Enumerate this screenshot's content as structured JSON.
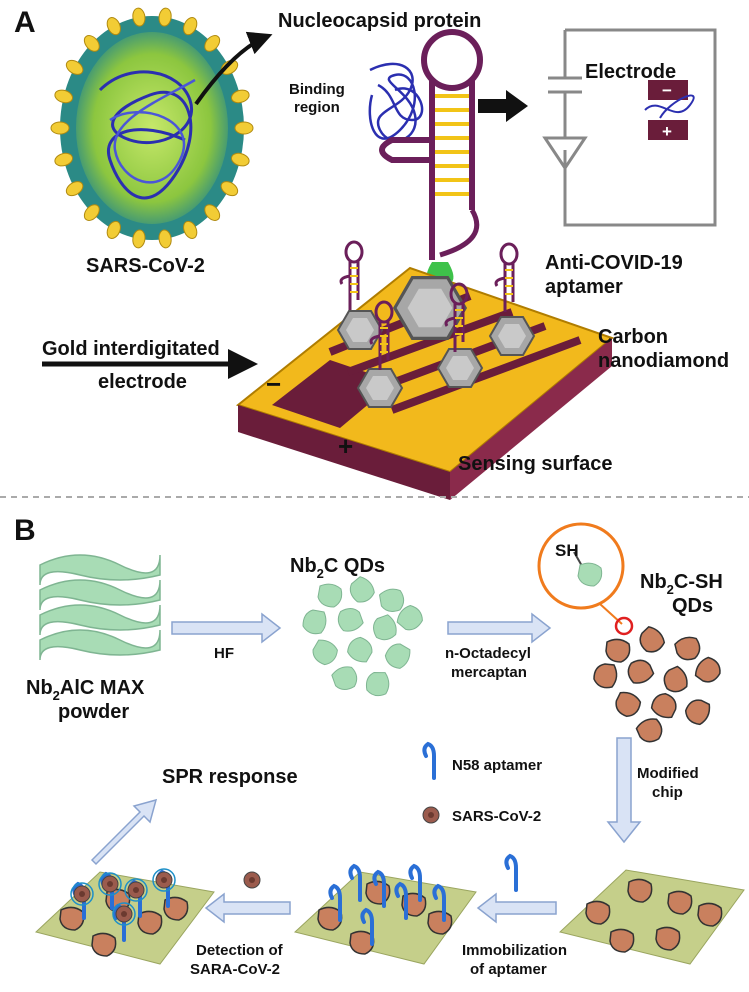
{
  "panel_a": {
    "letter": "A",
    "nucleocapsid_protein": "Nucleocapsid protein",
    "binding_region_line1": "Binding",
    "binding_region_line2": "region",
    "electrode": "Electrode",
    "electrode_minus": "−",
    "electrode_plus": "+",
    "virus_label": "SARS-CoV-2",
    "aptamer_line1": "Anti-COVID-19",
    "aptamer_line2": "aptamer",
    "gold_line1": "Gold interdigitated",
    "gold_line2": "electrode",
    "carbon_line1": "Carbon",
    "carbon_line2": "nanodiamond",
    "chip_minus": "−",
    "chip_plus": "+",
    "sensing_surface": "Sensing surface"
  },
  "panel_b": {
    "letter": "B",
    "nb2c_base": "Nb",
    "nb2c_sub": "2",
    "nb2c_rest": "C QDs",
    "hf": "HF",
    "max_base": "Nb",
    "max_sub": "2",
    "max_rest": "AlC MAX",
    "max_line2": "powder",
    "octa_line1": "n-Octadecyl",
    "octa_line2": "mercaptan",
    "sh": "SH",
    "nbsh_base": "Nb",
    "nbsh_sub": "2",
    "nbsh_rest": "C-SH",
    "nbsh_line2": "QDs",
    "legend_aptamer": "N58 aptamer",
    "legend_virus": "SARS-CoV-2",
    "modified_line1": "Modified",
    "modified_line2": "chip",
    "spr": "SPR response",
    "immob_line1": "Immobilization",
    "immob_line2": "of aptamer",
    "detect_line1": "Detection of",
    "detect_line2": "SARA-CoV-2"
  },
  "colors": {
    "gold": "#f2b91c",
    "purple": "#6b1f5a",
    "maroon": "#6a1d3a",
    "blue_coil": "#2b2fb0",
    "green_qd": "#a8dcb5",
    "brown_qd": "#c9805e",
    "chip_green": "#c5cf8a",
    "arrow_fill": "#d9e3f5",
    "arrow_stroke": "#8aa3cf",
    "orange": "#f07b1d"
  }
}
